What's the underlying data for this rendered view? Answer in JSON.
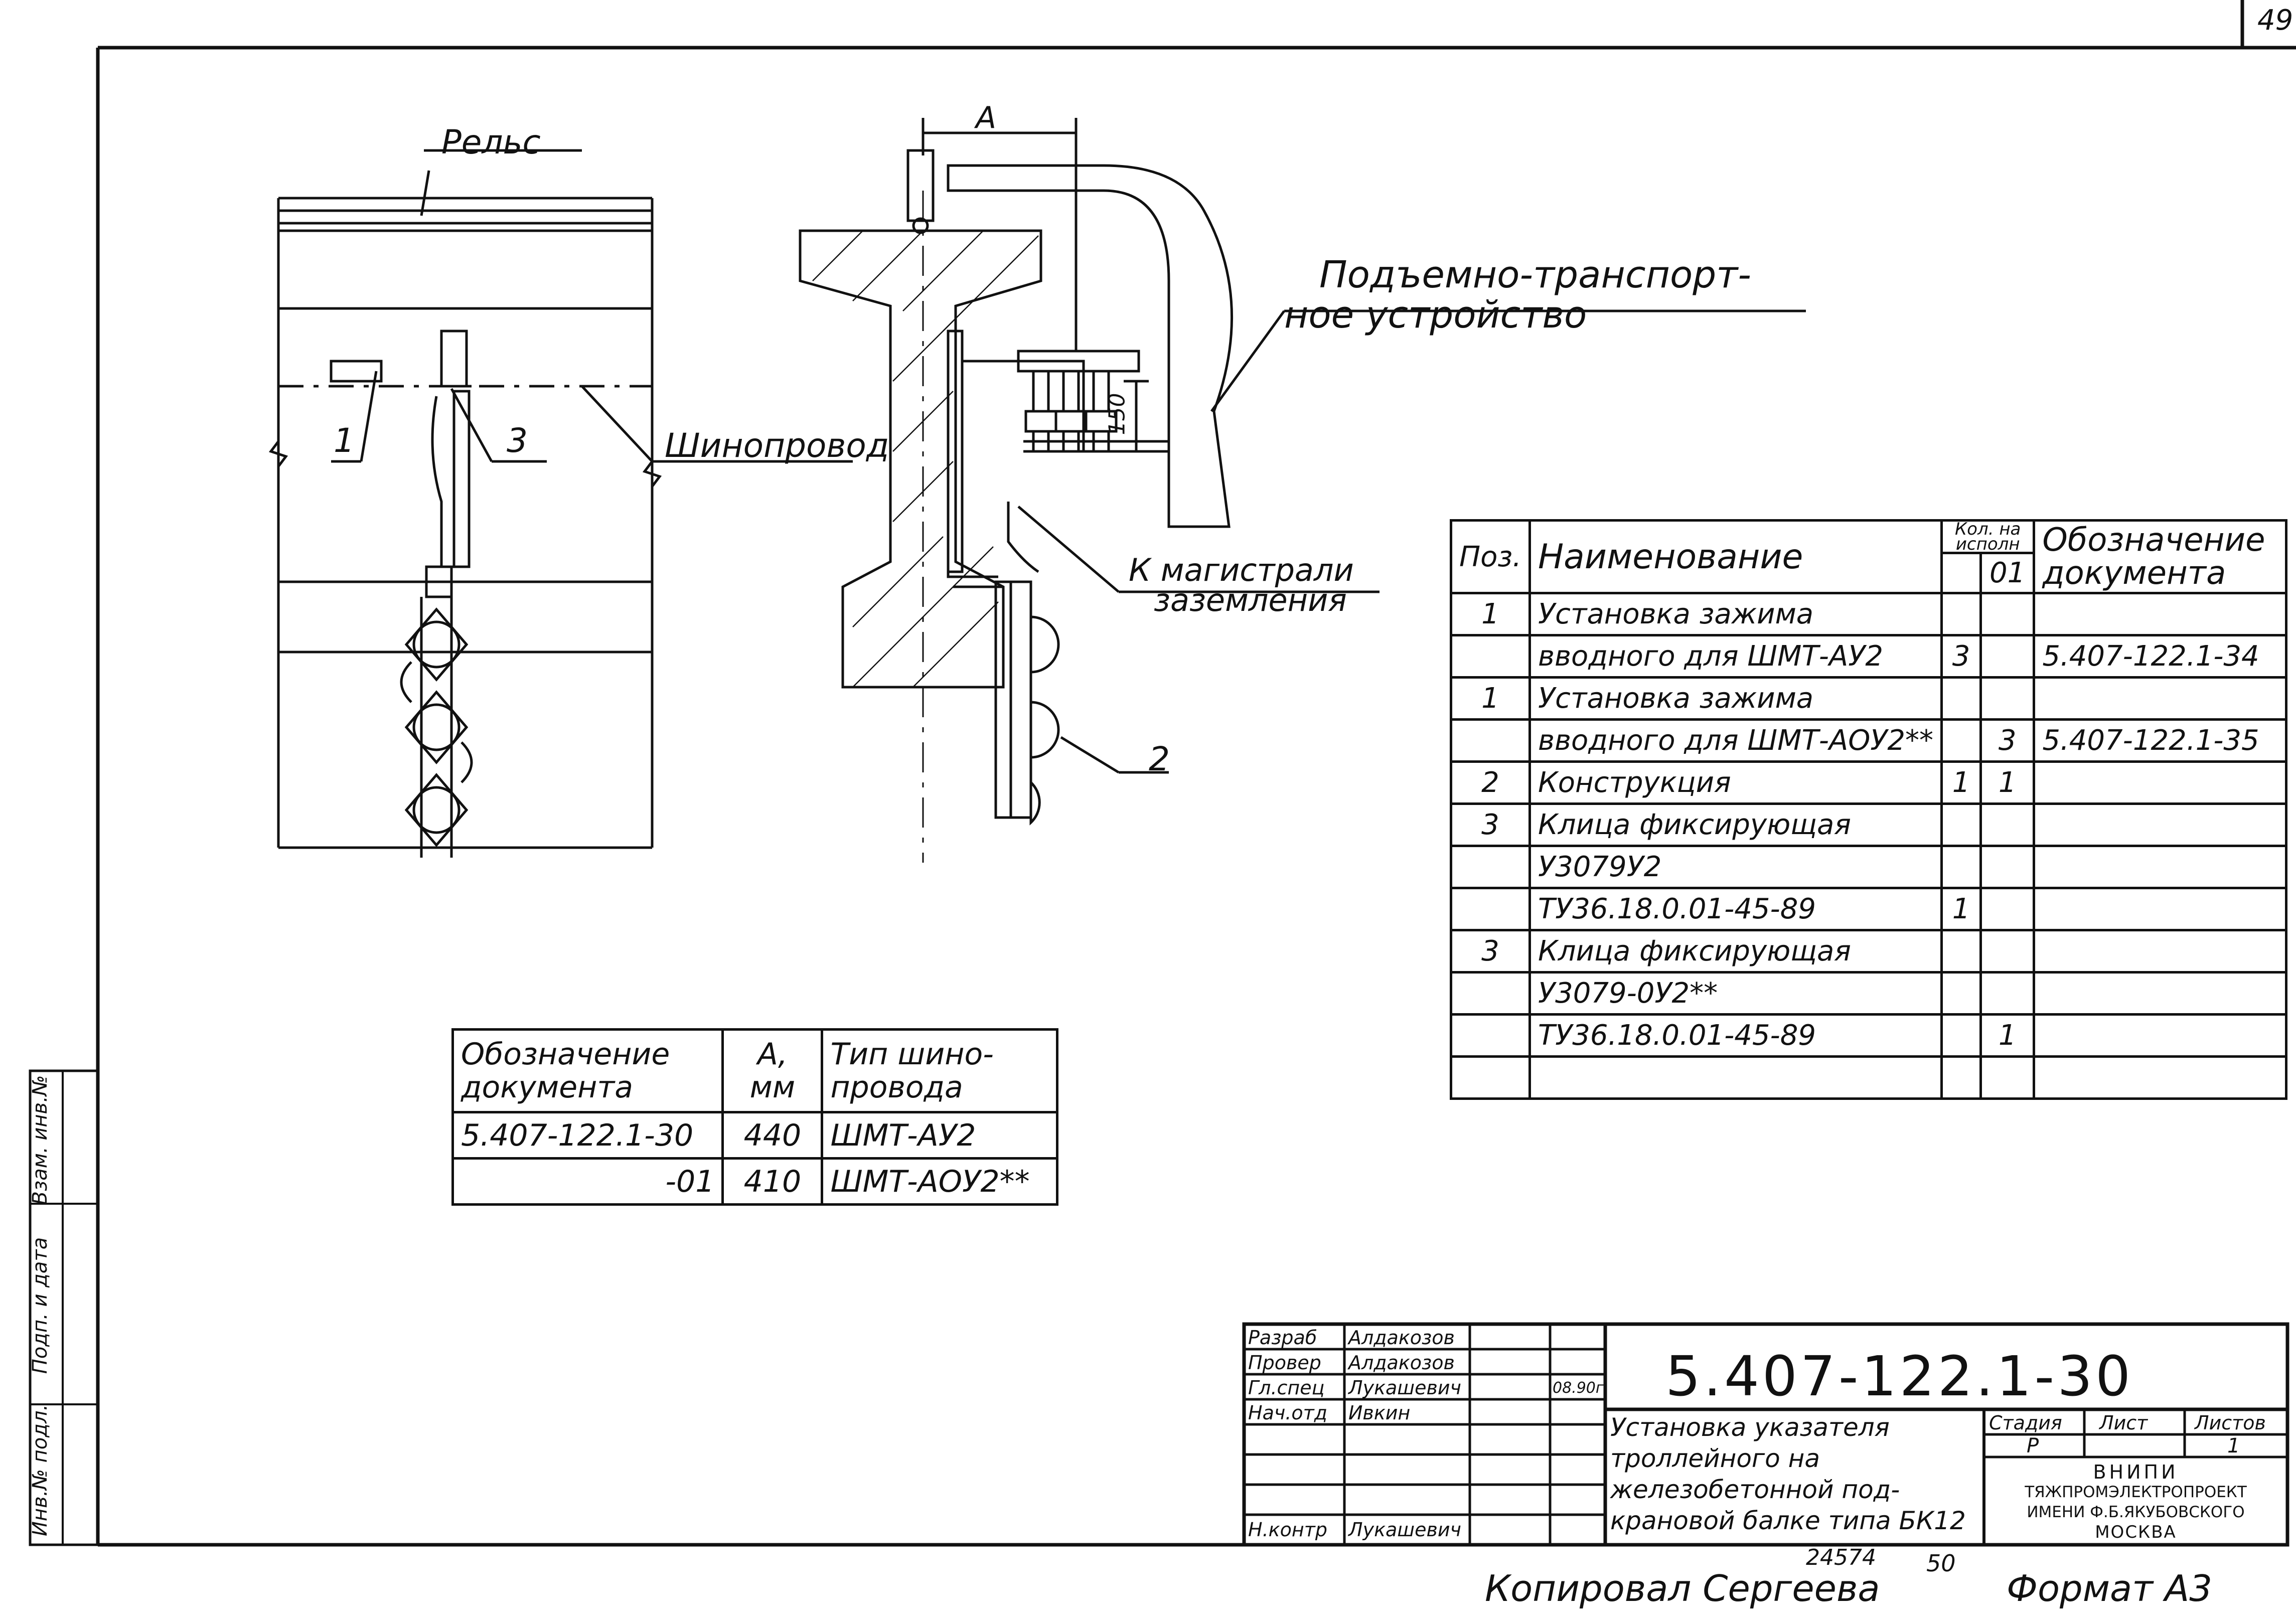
{
  "page": {
    "sheet_corner_number": "49",
    "format_note": "Формат А3",
    "copied_note": "Копировал Сергеева",
    "archive_number": "24574",
    "archive_number_suffix": "50"
  },
  "drawing": {
    "label_rail": "Рельс",
    "label_busway": "Шинопровод",
    "label_crane_line1": "Подъемно-транспорт-",
    "label_crane_line2": "ное устройство",
    "label_ground_line1": "К магистрали",
    "label_ground_line2": "заземления",
    "dim_a": "А",
    "dim_150": "150",
    "pos_1": "1",
    "pos_2": "2",
    "pos_3": "3"
  },
  "spec_table": {
    "headers": {
      "pos": "Поз.",
      "name": "Наименование",
      "qty_top": "Кол. на",
      "qty_mid": "исполн",
      "qty_col_01": "01",
      "doc_line1": "Обозначение",
      "doc_line2": "документа"
    },
    "rows": [
      {
        "pos": "1",
        "name": "Установка зажима",
        "qty0": "",
        "qty1": "",
        "doc": ""
      },
      {
        "pos": "",
        "name": "вводного для ШМТ-АУ2",
        "qty0": "3",
        "qty1": "",
        "doc": "5.407-122.1-34"
      },
      {
        "pos": "1",
        "name": "Установка зажима",
        "qty0": "",
        "qty1": "",
        "doc": ""
      },
      {
        "pos": "",
        "name": "вводного для ШМТ-АОУ2**",
        "qty0": "",
        "qty1": "3",
        "doc": "5.407-122.1-35"
      },
      {
        "pos": "2",
        "name": "Конструкция",
        "qty0": "1",
        "qty1": "1",
        "doc": ""
      },
      {
        "pos": "3",
        "name": "Клица фиксирующая",
        "qty0": "",
        "qty1": "",
        "doc": ""
      },
      {
        "pos": "",
        "name": "У3079У2",
        "qty0": "",
        "qty1": "",
        "doc": ""
      },
      {
        "pos": "",
        "name": "ТУ36.18.0.01-45-89",
        "qty0": "1",
        "qty1": "",
        "doc": ""
      },
      {
        "pos": "3",
        "name": "Клица фиксирующая",
        "qty0": "",
        "qty1": "",
        "doc": ""
      },
      {
        "pos": "",
        "name": "У3079-0У2**",
        "qty0": "",
        "qty1": "",
        "doc": ""
      },
      {
        "pos": "",
        "name": "ТУ36.18.0.01-45-89",
        "qty0": "",
        "qty1": "1",
        "doc": ""
      },
      {
        "pos": "",
        "name": "",
        "qty0": "",
        "qty1": "",
        "doc": ""
      }
    ]
  },
  "variant_table": {
    "headers": {
      "doc_line1": "Обозначение",
      "doc_line2": "документа",
      "a_line1": "А,",
      "a_line2": "мм",
      "type_line1": "Тип шино-",
      "type_line2": "провода"
    },
    "rows": [
      {
        "doc": "5.407-122.1-30",
        "a": "440",
        "type": "ШМТ-АУ2"
      },
      {
        "doc": "-01",
        "a": "410",
        "type": "ШМТ-АОУ2**"
      }
    ]
  },
  "title_block": {
    "doc_number": "5.407-122.1-30",
    "title_lines": [
      "Установка указателя",
      "троллейного на",
      "железобетонной под-",
      "крановой балке типа БК12"
    ],
    "stage_label": "Стадия",
    "sheet_label": "Лист",
    "sheets_label": "Листов",
    "stage_value": "Р",
    "sheet_value": "",
    "sheets_value": "1",
    "org_lines": [
      "ВНИПИ",
      "ТЯЖПРОМЭЛЕКТРОПРОЕКТ",
      "ИМЕНИ Ф.Б.ЯКУБОВСКОГО",
      "МОСКВА"
    ],
    "date": "08.90г",
    "signatures": [
      {
        "role": "Разраб",
        "name": "Алдакозов"
      },
      {
        "role": "Провер",
        "name": "Алдакозов"
      },
      {
        "role": "Гл.спец",
        "name": "Лукашевич"
      },
      {
        "role": "Нач.отд",
        "name": "Ивкин"
      },
      {
        "role": "",
        "name": ""
      },
      {
        "role": "",
        "name": ""
      },
      {
        "role": "Н.контр",
        "name": "Лукашевич"
      }
    ]
  },
  "side_stamp": {
    "labels": [
      "Инв.№ подл.",
      "Подп. и дата",
      "Взам. инв.№"
    ]
  }
}
